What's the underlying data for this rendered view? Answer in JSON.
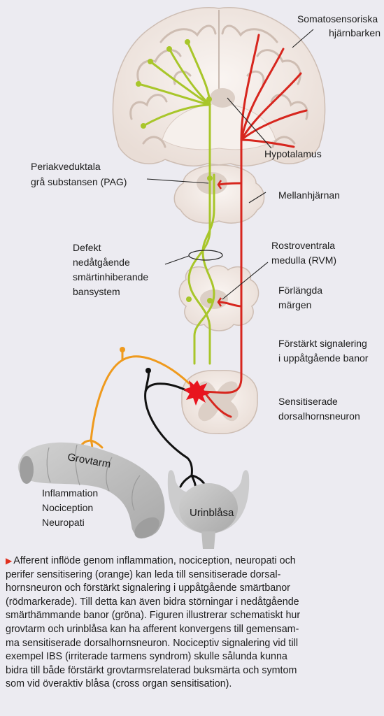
{
  "labels": {
    "cortex": [
      "Somatosensoriska",
      "hjärnbarken"
    ],
    "hypothalamus": "Hypotalamus",
    "pag": [
      "Periakveduktala",
      "grå substansen (PAG)"
    ],
    "midbrain": "Mellanhjärnan",
    "defect": [
      "Defekt",
      "nedåtgående",
      "smärtinhiberande",
      "bansystem"
    ],
    "rvm": [
      "Rostroventrala",
      "medulla (RVM)"
    ],
    "medulla": [
      "Förlängda",
      "märgen"
    ],
    "ascending": [
      "Förstärkt signalering",
      "i uppåtgående banor"
    ],
    "dorsal_horn": [
      "Sensitiserade",
      "dorsalhornsneuron"
    ],
    "colon": "Grovtarm",
    "colon_causes": [
      "Inflammation",
      "Nociception",
      "Neuropati"
    ],
    "bladder": "Urinblåsa"
  },
  "caption": {
    "lines": [
      "Afferent inflöde genom inflammation, nociception, neuropati och",
      "perifer sensitisering (orange) kan leda till sensitiserade dorsal-",
      "hornsneuron och förstärkt signalering i uppåtgående smärtbanor",
      "(rödmarkerade). Till detta kan även bidra störningar i nedåtgående",
      "smärthämmande banor (gröna). Figuren illustrerar schematiskt hur",
      "grovtarm och urinblåsa kan ha afferent konvergens till gemensam-",
      "ma sensitiserade dorsalhornsneuron. Nociceptiv signalering vid till",
      "exempel IBS (irriterade tarmens syndrom) skulle sålunda kunna",
      "bidra till både förstärkt grovtarmsrelaterad buksmärta och symtom",
      "som vid överaktiv blåsa (cross organ sensitisation)."
    ]
  },
  "colors": {
    "descending_green": "#a8c62a",
    "ascending_red": "#d7261e",
    "afferent_orange": "#ef9a1d",
    "tissue": "#f3ebe6",
    "grey_matter": "#dccfc6",
    "organ_grey": "#b9b9b9",
    "burst": "#e8141e"
  }
}
